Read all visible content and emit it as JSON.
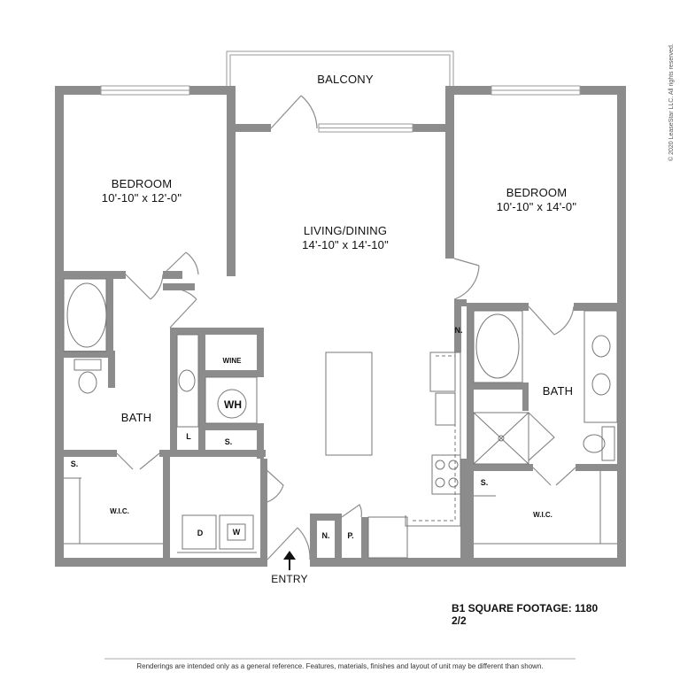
{
  "rooms": {
    "balcony": "BALCONY",
    "bedroom1_name": "BEDROOM",
    "bedroom1_dim": "10'-10\" x 12'-0\"",
    "living_name": "LIVING/DINING",
    "living_dim": "14'-10\" x 14'-10\"",
    "bedroom2_name": "BEDROOM",
    "bedroom2_dim": "10'-10\" x 14'-0\"",
    "bath1": "BATH",
    "bath2": "BATH",
    "wic1": "W.I.C.",
    "wic2": "W.I.C.",
    "entry": "ENTRY"
  },
  "fixtures": {
    "wine": "WINE",
    "wh": "WH",
    "s_linen": "S.",
    "s_wic1": "S.",
    "s_wic2": "S.",
    "l": "L",
    "n_kitchen": "N.",
    "n_entry": "N.",
    "p_entry": "P.",
    "dryer": "D",
    "washer": "W"
  },
  "footage": {
    "line1": "B1 SQUARE FOOTAGE: 1180",
    "line2": "2/2"
  },
  "disclaimer": "Renderings are intended only as a general reference. Features, materials, finishes and layout of unit may be different than shown.",
  "copyright": "© 2020 LeaseStar LLC. All rights reserved.",
  "colors": {
    "wall": "#8c8c8c",
    "fixture": "#777777",
    "window": "#9a9a9a"
  }
}
